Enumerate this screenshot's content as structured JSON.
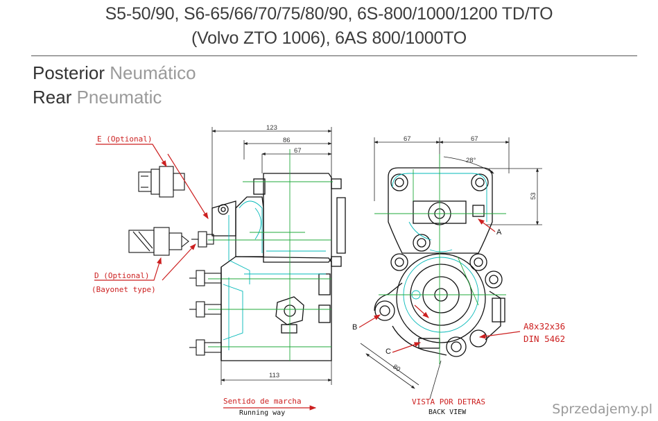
{
  "header": {
    "line1": "S5-50/90, S6-65/66/70/75/80/90, 6S-800/1000/1200 TD/TO",
    "line2": "(Volvo ZTO 1006), 6AS 800/1000TO"
  },
  "subtitle": {
    "row1": {
      "primary": "Posterior",
      "secondary": "Neumático"
    },
    "row2": {
      "primary": "Rear",
      "secondary": "Pneumatic"
    }
  },
  "side_view": {
    "label_e": "E (Optional)",
    "label_d_line1": "D (Optional)",
    "label_d_line2": "(Bayonet type)",
    "dim_123": "123",
    "dim_86": "86",
    "dim_67": "67",
    "dim_113": "113",
    "direction_line1": "Sentido de marcha",
    "direction_line2": "Running way"
  },
  "back_view": {
    "dim_67_left": "67",
    "dim_67_right": "67",
    "dim_28": "28°",
    "dim_53": "53",
    "dim_80": "80",
    "label_a": "A",
    "label_b": "B",
    "label_c": "C",
    "spline_line1": "A8x32x36",
    "spline_line2": "DIN 5462",
    "caption_line1": "VISTA POR DETRAS",
    "caption_line2": "BACK VIEW"
  },
  "watermark": "Sprzedajemy.pl",
  "colors": {
    "outline": "#111111",
    "cyan": "#00b8b8",
    "green": "#1faa3a",
    "red": "#cc1f1f"
  }
}
